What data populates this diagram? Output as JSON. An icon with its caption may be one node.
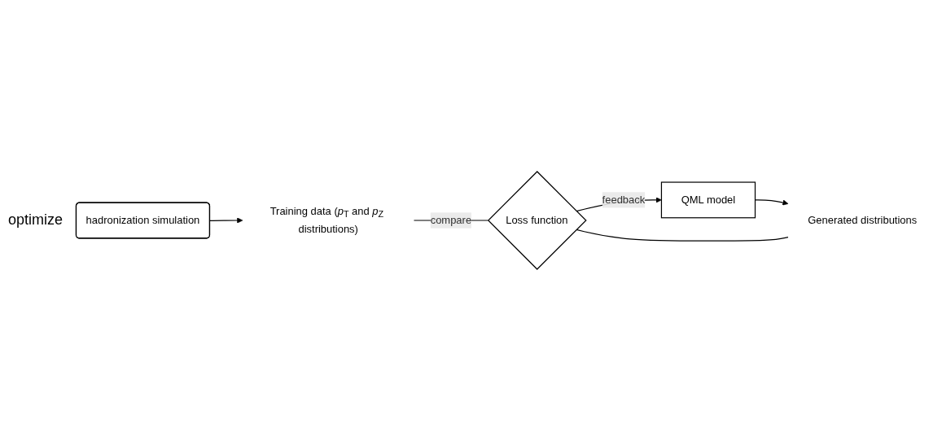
{
  "diagram": {
    "nodes": [
      {
        "text": [
          "hadronization simulation"
        ]
      },
      {
        "text": [
          "Training data (*p*$_{T}$ and *p*$_{Z}$ distributions)"
        ]
      },
      {
        "text": [
          "QML model"
        ]
      },
      {
        "text": [
          "Generated distributions"
        ]
      },
      {
        "text": [
          "Loss function"
        ]
      }
    ],
    "edges": [
      {
        "from": 0,
        "to": 1,
        "arrow": "to"
      },
      {
        "from": 2,
        "to": 3,
        "arrow": "to"
      },
      {
        "from": 1,
        "to": 4,
        "arrow": "none",
        "label": "compare"
      },
      {
        "from": 3,
        "to": 4,
        "arrow": "none"
      },
      {
        "from": 4,
        "to": 2,
        "arrow": "to",
        "label": "feedback"
      }
    ],
    "labels": [
      "optimize"
    ]
  }
}
